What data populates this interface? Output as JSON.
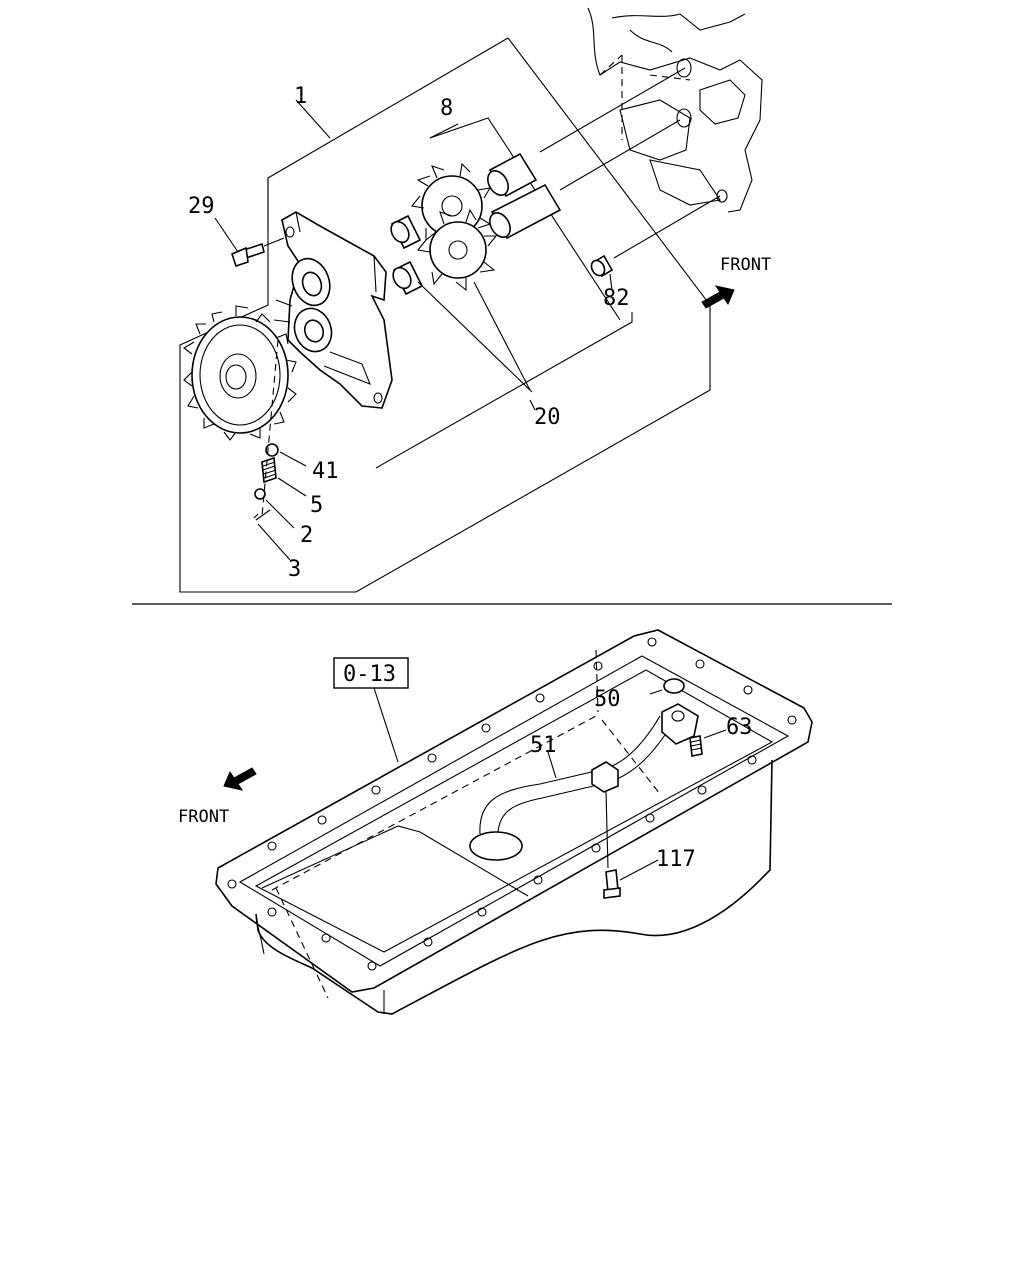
{
  "upper": {
    "callouts": [
      "1",
      "8",
      "29",
      "82",
      "20",
      "41",
      "5",
      "2",
      "3"
    ],
    "front_label": "FRONT"
  },
  "lower": {
    "ref_box": "0-13",
    "callouts": [
      "50",
      "63",
      "51",
      "117"
    ],
    "front_label": "FRONT"
  }
}
